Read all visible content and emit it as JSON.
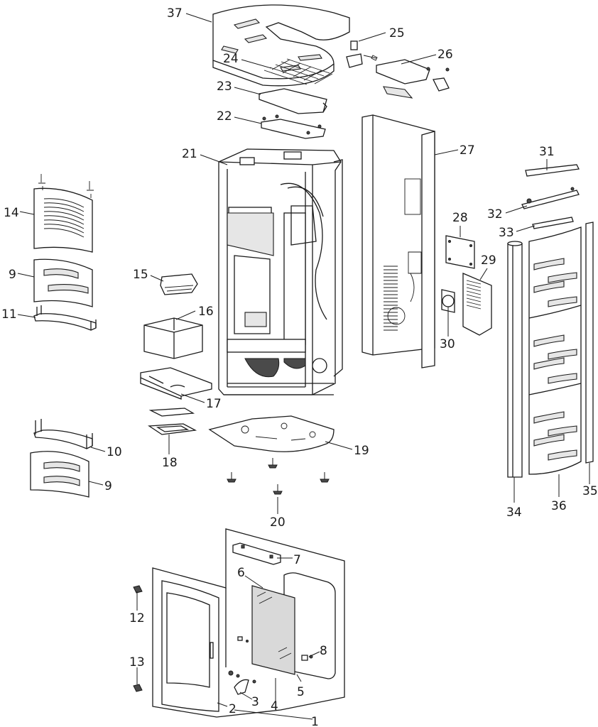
{
  "diagram": {
    "callouts": [
      {
        "number": "1"
      },
      {
        "number": "2"
      },
      {
        "number": "3"
      },
      {
        "number": "4"
      },
      {
        "number": "5"
      },
      {
        "number": "6"
      },
      {
        "number": "7"
      },
      {
        "number": "8"
      },
      {
        "number": "9"
      },
      {
        "number": "9"
      },
      {
        "number": "10"
      },
      {
        "number": "11"
      },
      {
        "number": "12"
      },
      {
        "number": "13"
      },
      {
        "number": "14"
      },
      {
        "number": "15"
      },
      {
        "number": "16"
      },
      {
        "number": "17"
      },
      {
        "number": "18"
      },
      {
        "number": "19"
      },
      {
        "number": "20"
      },
      {
        "number": "21"
      },
      {
        "number": "22"
      },
      {
        "number": "23"
      },
      {
        "number": "24"
      },
      {
        "number": "25"
      },
      {
        "number": "26"
      },
      {
        "number": "27"
      },
      {
        "number": "28"
      },
      {
        "number": "29"
      },
      {
        "number": "30"
      },
      {
        "number": "31"
      },
      {
        "number": "32"
      },
      {
        "number": "33"
      },
      {
        "number": "34"
      },
      {
        "number": "35"
      },
      {
        "number": "36"
      },
      {
        "number": "37"
      }
    ]
  }
}
